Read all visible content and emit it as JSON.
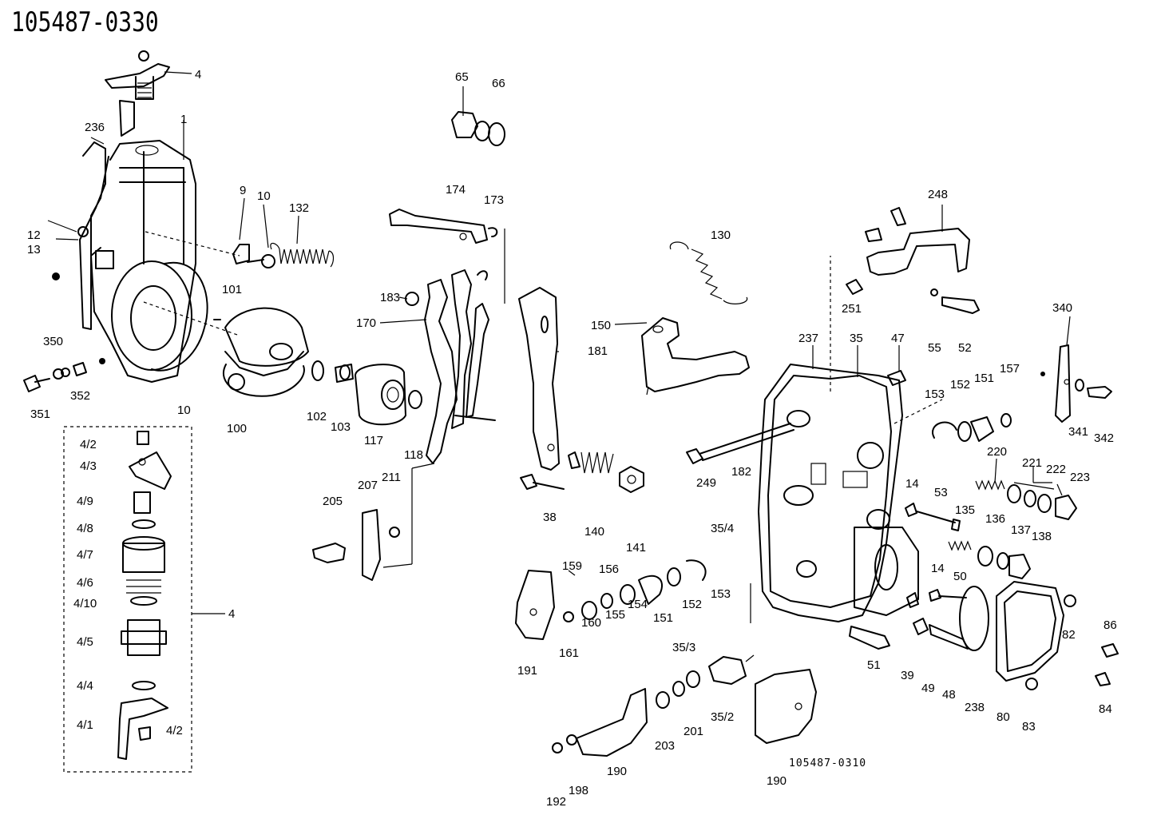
{
  "title": "105487-0330",
  "sub_reference": "105487-0310",
  "labels": {
    "l4_top": "4",
    "l236": "236",
    "l1": "1",
    "l12": "12",
    "l13": "13",
    "l9": "9",
    "l10a": "10",
    "l132": "132",
    "l101": "101",
    "l350": "350",
    "l352": "352",
    "l351": "351",
    "l10b": "10",
    "l100": "100",
    "l102": "102",
    "l103": "103",
    "l117": "117",
    "l118": "118",
    "l65": "65",
    "l66": "66",
    "l174": "174",
    "l173": "173",
    "l183": "183",
    "l170": "170",
    "l181": "181",
    "l130": "130",
    "l150": "150",
    "l248": "248",
    "l251": "251",
    "l55": "55",
    "l52": "52",
    "l340": "340",
    "l237": "237",
    "l35": "35",
    "l47": "47",
    "l153a": "153",
    "l152a": "152",
    "l151a": "151",
    "l157": "157",
    "l341": "341",
    "l342": "342",
    "l249": "249",
    "l182": "182",
    "l220": "220",
    "l221": "221",
    "l222": "222",
    "l223": "223",
    "l14a": "14",
    "l53": "53",
    "l135": "135",
    "l136": "136",
    "l137": "137",
    "l138": "138",
    "l38": "38",
    "l140": "140",
    "l141": "141",
    "l205": "205",
    "l207": "207",
    "l211": "211",
    "l35_4": "35/4",
    "l159": "159",
    "l156": "156",
    "l152b": "152",
    "l153b": "153",
    "l151b": "151",
    "l154": "154",
    "l155": "155",
    "l160": "160",
    "l161": "161",
    "l191": "191",
    "l14b": "14",
    "l50": "50",
    "l82": "82",
    "l86": "86",
    "l84": "84",
    "l83": "83",
    "l80": "80",
    "l238": "238",
    "l48": "48",
    "l49": "49",
    "l39": "39",
    "l51": "51",
    "l35_3": "35/3",
    "l35_2": "35/2",
    "l201": "201",
    "l203": "203",
    "l190a": "190",
    "l190b": "190",
    "l192": "192",
    "l198": "198",
    "k4_2a": "4/2",
    "k4_3": "4/3",
    "k4_9": "4/9",
    "k4_8": "4/8",
    "k4_7": "4/7",
    "k4_6": "4/6",
    "k4_10": "4/10",
    "k4_5": "4/5",
    "k4_4": "4/4",
    "k4_1": "4/1",
    "k4_2b": "4/2",
    "k4": "4"
  }
}
